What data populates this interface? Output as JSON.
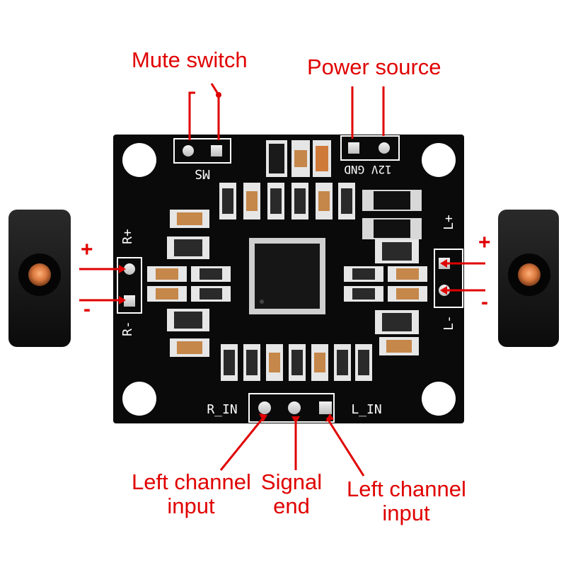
{
  "labels": {
    "mute_switch": "Mute switch",
    "power_source": "Power source",
    "left_input_1_line1": "Left channel",
    "left_input_1_line2": "input",
    "signal_end_line1": "Signal",
    "signal_end_line2": "end",
    "left_input_2_line1": "Left channel",
    "left_input_2_line2": "input"
  },
  "signs": {
    "right_plus": "+",
    "right_minus": "-",
    "left_plus": "+",
    "left_minus": "-"
  },
  "silkscreen": {
    "ms": "MS",
    "power": "12V GND",
    "r_plus": "R+",
    "r_minus": "R-",
    "l_plus": "L+",
    "l_minus": "L-",
    "r_in": "R_IN",
    "l_in": "L_IN"
  },
  "colors": {
    "annotation": "#e00000",
    "pcb": "#0a0a0a",
    "copper": "#d98a4a"
  }
}
